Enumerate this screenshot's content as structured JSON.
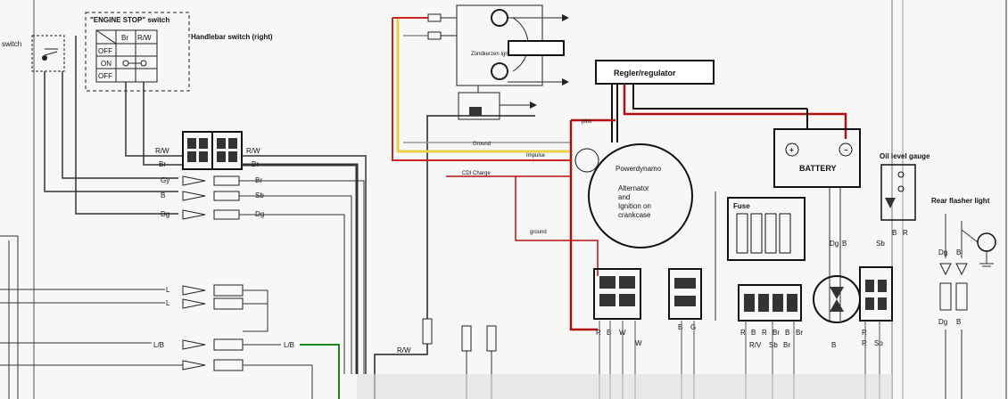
{
  "title": "",
  "switches": {
    "left_switch_label": "switch",
    "engine_stop_title": "\"ENGINE STOP\" switch",
    "handlebar_switch": "Handlebar switch (right)",
    "table_header": [
      "",
      "Br",
      "R/W"
    ],
    "table_rows": [
      "OFF",
      "ON",
      "OFF"
    ]
  },
  "components": {
    "regulator": "Regler/regulator",
    "battery": "BATTERY",
    "fuse": "Fuse",
    "oil_gauge": "Oil level gauge",
    "rear_flasher": "Rear flasher light",
    "powerdynamo": "Powerdynamo",
    "alternator_lines": [
      "Alternator",
      "and",
      "Ignition on",
      "crankcase"
    ],
    "ignition_unit": "Zündkerzen Ignition unit"
  },
  "wire_labels": {
    "plus": "plus",
    "ground": "Ground",
    "impulse": "Impulse",
    "cdi_charge": "CDI Charge",
    "ground2": "ground",
    "rw1": "R/W",
    "br1": "Br",
    "rw2": "R/W",
    "br2": "Br",
    "gy": "Gy",
    "br3": "Br",
    "sb": "Sb",
    "dg": "Dg",
    "l1": "L",
    "l2": "L",
    "lb1": "L/B",
    "b1": "B",
    "lb2": "L/B",
    "rw3": "R/W"
  },
  "bottom_labels": [
    "R",
    "B",
    "W",
    "W",
    "B",
    "G",
    "R",
    "B",
    "R",
    "Br",
    "B",
    "Br",
    "R/V",
    "Sb",
    "Br",
    "B",
    "R",
    "R",
    "Sb",
    "Dg",
    "B"
  ],
  "right_labels": {
    "r1": "R",
    "b1": "B",
    "sb": "Sb",
    "br": "B",
    "rr": "R",
    "dg1": "Dg",
    "b2": "B",
    "dg2": "Dg",
    "b3": "B",
    "r2": "R"
  },
  "colors": {
    "red_wire": "#b01010",
    "yellow_wire": "#e8d24a",
    "green_wire": "#1a8a1a",
    "black_wire": "#222222"
  }
}
